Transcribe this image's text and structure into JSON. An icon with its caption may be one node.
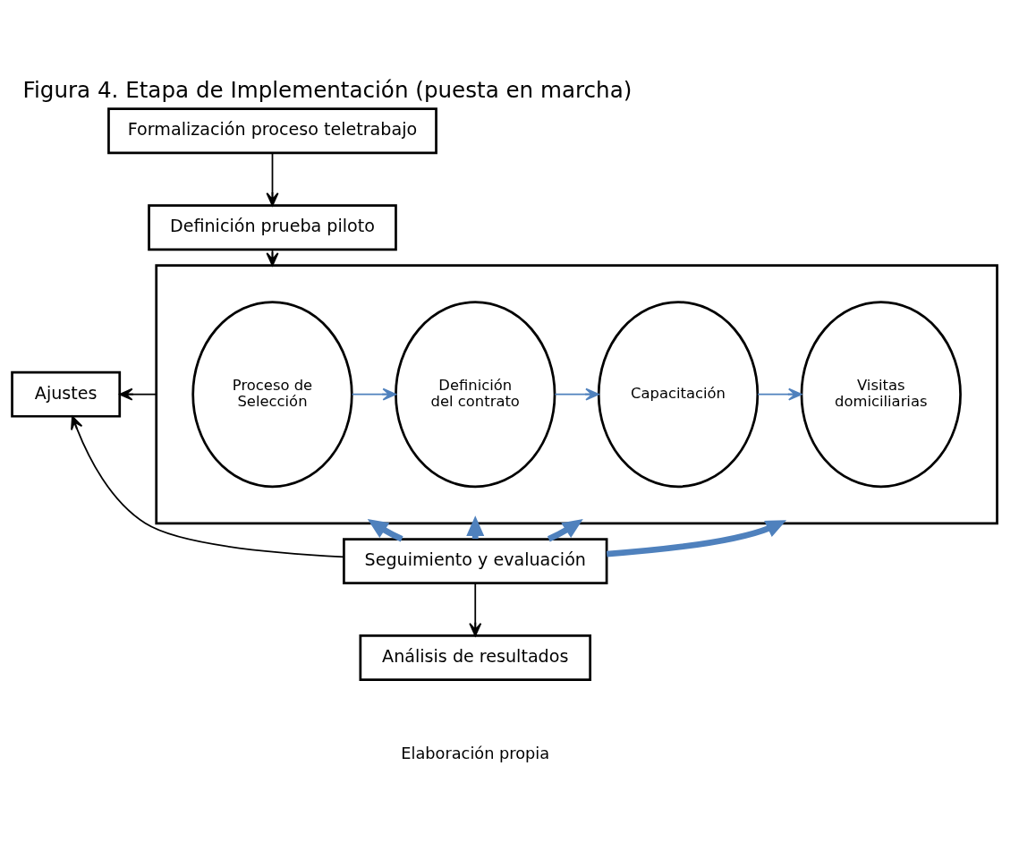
{
  "diagram": {
    "title": "Figura 4. Etapa de Implementación (puesta en marcha)",
    "caption": "Elaboración propia",
    "nodes": [
      {
        "text": [
          "Formalización proceso teletrabajo"
        ]
      },
      {
        "text": [
          "Definición prueba piloto"
        ]
      },
      {
        "text": [],
        "shape": "box"
      },
      {
        "text": [
          "Proceso de Selección"
        ],
        "in": 2
      },
      {
        "text": [
          "Definición del contrato"
        ],
        "in": 2
      },
      {
        "text": [
          "Capacitación"
        ],
        "in": 2
      },
      {
        "text": [
          "Visitas domiciliarias"
        ],
        "in": 2
      },
      {
        "text": [
          "Ajustes"
        ]
      },
      {
        "text": [
          "Seguimiento y evaluación"
        ]
      },
      {
        "text": [
          "Análisis de resultados"
        ]
      }
    ],
    "edges": [
      {
        "from": 0,
        "to": 1,
        "arrow": "to",
        "color": "#000000"
      },
      {
        "from": 1,
        "to": 2,
        "arrow": "to",
        "color": "#000000"
      },
      {
        "from": 3,
        "to": 4,
        "arrow": "to",
        "color": "#4f81bd"
      },
      {
        "from": 4,
        "to": 5,
        "arrow": "to",
        "color": "#4f81bd"
      },
      {
        "from": 5,
        "to": 6,
        "arrow": "to",
        "color": "#4f81bd"
      },
      {
        "from": 2,
        "to": 7,
        "arrow": "to",
        "color": "#000000"
      },
      {
        "from": 8,
        "to": 7,
        "arrow": "to",
        "color": "#000000"
      },
      {
        "from": 8,
        "to": 2,
        "arrow": "to",
        "style": "thick",
        "color": "#4f81bd"
      },
      {
        "from": 8,
        "to": 2,
        "arrow": "to",
        "style": "thick",
        "color": "#4f81bd"
      },
      {
        "from": 8,
        "to": 2,
        "arrow": "to",
        "style": "thick",
        "color": "#4f81bd"
      },
      {
        "from": 8,
        "to": 2,
        "arrow": "to",
        "style": "thick",
        "color": "#4f81bd"
      },
      {
        "from": 8,
        "to": 9,
        "arrow": "to",
        "color": "#000000"
      }
    ]
  }
}
